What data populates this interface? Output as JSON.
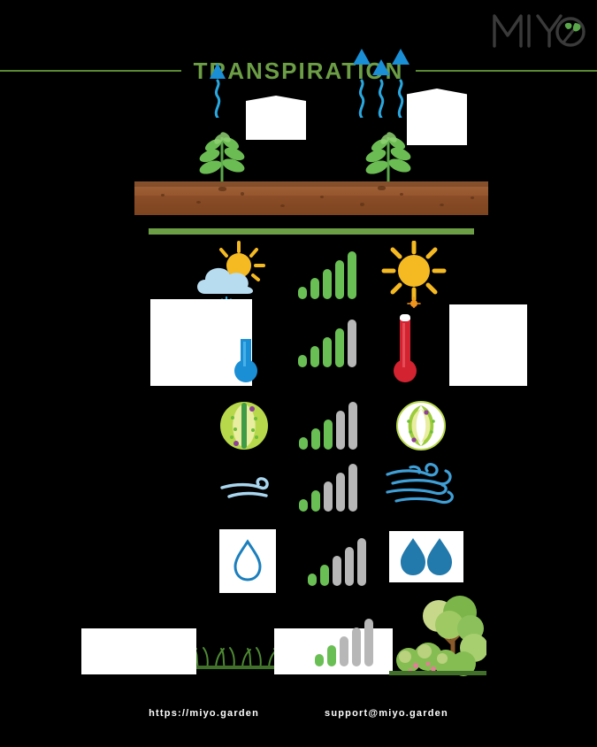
{
  "brand": {
    "logo_text": "MIYO",
    "logo_icon": "leaf-in-o-icon",
    "accent_green": "#6c9e45",
    "bar_green": "#6abf54",
    "bar_gray": "#b7b7b7"
  },
  "header": {
    "title": "TRANSPIRATION"
  },
  "scene": {
    "left_plant": {
      "icon": "seedling-icon",
      "arrows": 1,
      "arrow_icon": "wavy-up-arrow-icon",
      "label": ""
    },
    "right_plant": {
      "icon": "seedling-icon",
      "arrows": 3,
      "arrow_icon": "wavy-up-arrow-icon",
      "label": ""
    },
    "soil_icon": "soil-layer-icon"
  },
  "rows": [
    {
      "name": "sunlight",
      "left_icon": "cloud-with-sun-and-snowflake-icon",
      "right_icon": "sun-icon",
      "left_label": "",
      "right_label": "",
      "meter": {
        "total": 5,
        "filled": 5
      }
    },
    {
      "name": "temperature",
      "left_icon": "cold-thermometer-icon",
      "right_icon": "hot-thermometer-icon",
      "left_label": "",
      "right_label": "",
      "meter": {
        "total": 5,
        "filled": 4
      }
    },
    {
      "name": "stomata",
      "left_icon": "closed-stomata-icon",
      "right_icon": "open-stomata-icon",
      "left_label": "",
      "right_label": "",
      "meter": {
        "total": 5,
        "filled": 3
      }
    },
    {
      "name": "wind",
      "left_icon": "light-wind-icon",
      "right_icon": "strong-wind-icon",
      "left_label": "",
      "right_label": "",
      "meter": {
        "total": 5,
        "filled": 2
      }
    },
    {
      "name": "water",
      "left_icon": "single-outline-water-drop-icon",
      "right_icon": "double-filled-water-drop-icon",
      "left_label": "",
      "right_label": "",
      "meter": {
        "total": 5,
        "filled": 2
      }
    },
    {
      "name": "vegetation",
      "left_icon": "grass-icon",
      "right_icon": "trees-and-shrubs-icon",
      "left_label": "",
      "right_label": "",
      "meter": {
        "total": 5,
        "filled": 2
      }
    }
  ],
  "footer": {
    "website": "https://miyo.garden",
    "email": "support@miyo.garden"
  }
}
